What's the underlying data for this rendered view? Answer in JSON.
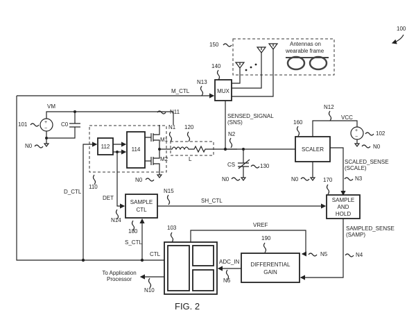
{
  "figure": {
    "caption": "FIG. 2",
    "ref_main": "100"
  },
  "blocks": {
    "mux": "MUX",
    "scaler": "SCALER",
    "sample_ctl_1": "SAMPLE",
    "sample_ctl_2": "CTL",
    "sample_hold_1": "SAMPLE",
    "sample_hold_2": "AND",
    "sample_hold_3": "HOLD",
    "diff_gain_1": "DIFFERENTIAL",
    "diff_gain_2": "GAIN",
    "b112": "112",
    "b114": "114",
    "antenna_note_1": "Antennas on",
    "antenna_note_2": "wearable frame",
    "app_proc_1": "To Application",
    "app_proc_2": "Processor"
  },
  "refs": {
    "r101": "101",
    "r102": "102",
    "r103": "103",
    "r110": "110",
    "r120": "120",
    "r130": "130",
    "r140": "140",
    "r150": "150",
    "r160": "160",
    "r170": "170",
    "r180": "180",
    "r190": "190"
  },
  "signals": {
    "vm": "VM",
    "c0": "C0",
    "vcc": "VCC",
    "m_ctl": "M_CTL",
    "sensed_signal": "SENSED_SIGNAL",
    "sns": "(SNS)",
    "scaled_sense": "SCALED_SENSE",
    "scale": "(SCALE)",
    "sampled_sense": "SAMPLED_SENSE",
    "samp": "(SAMP)",
    "sh_ctl": "SH_CTL",
    "d_ctl": "D_CTL",
    "det": "DET",
    "s_ctl": "S_CTL",
    "ctl": "CTL",
    "vref": "VREF",
    "adc_in": "ADC_IN",
    "cs": "CS",
    "l": "L",
    "m1": "M1",
    "m2": "M2"
  },
  "nodes": {
    "n0": "N0",
    "n1": "N1",
    "n2": "N2",
    "n3": "N3",
    "n4": "N4",
    "n5": "N5",
    "n6": "N6",
    "n10": "N10",
    "n11": "N11",
    "n12": "N12",
    "n13": "N13",
    "n14": "N14",
    "n15": "N15"
  }
}
